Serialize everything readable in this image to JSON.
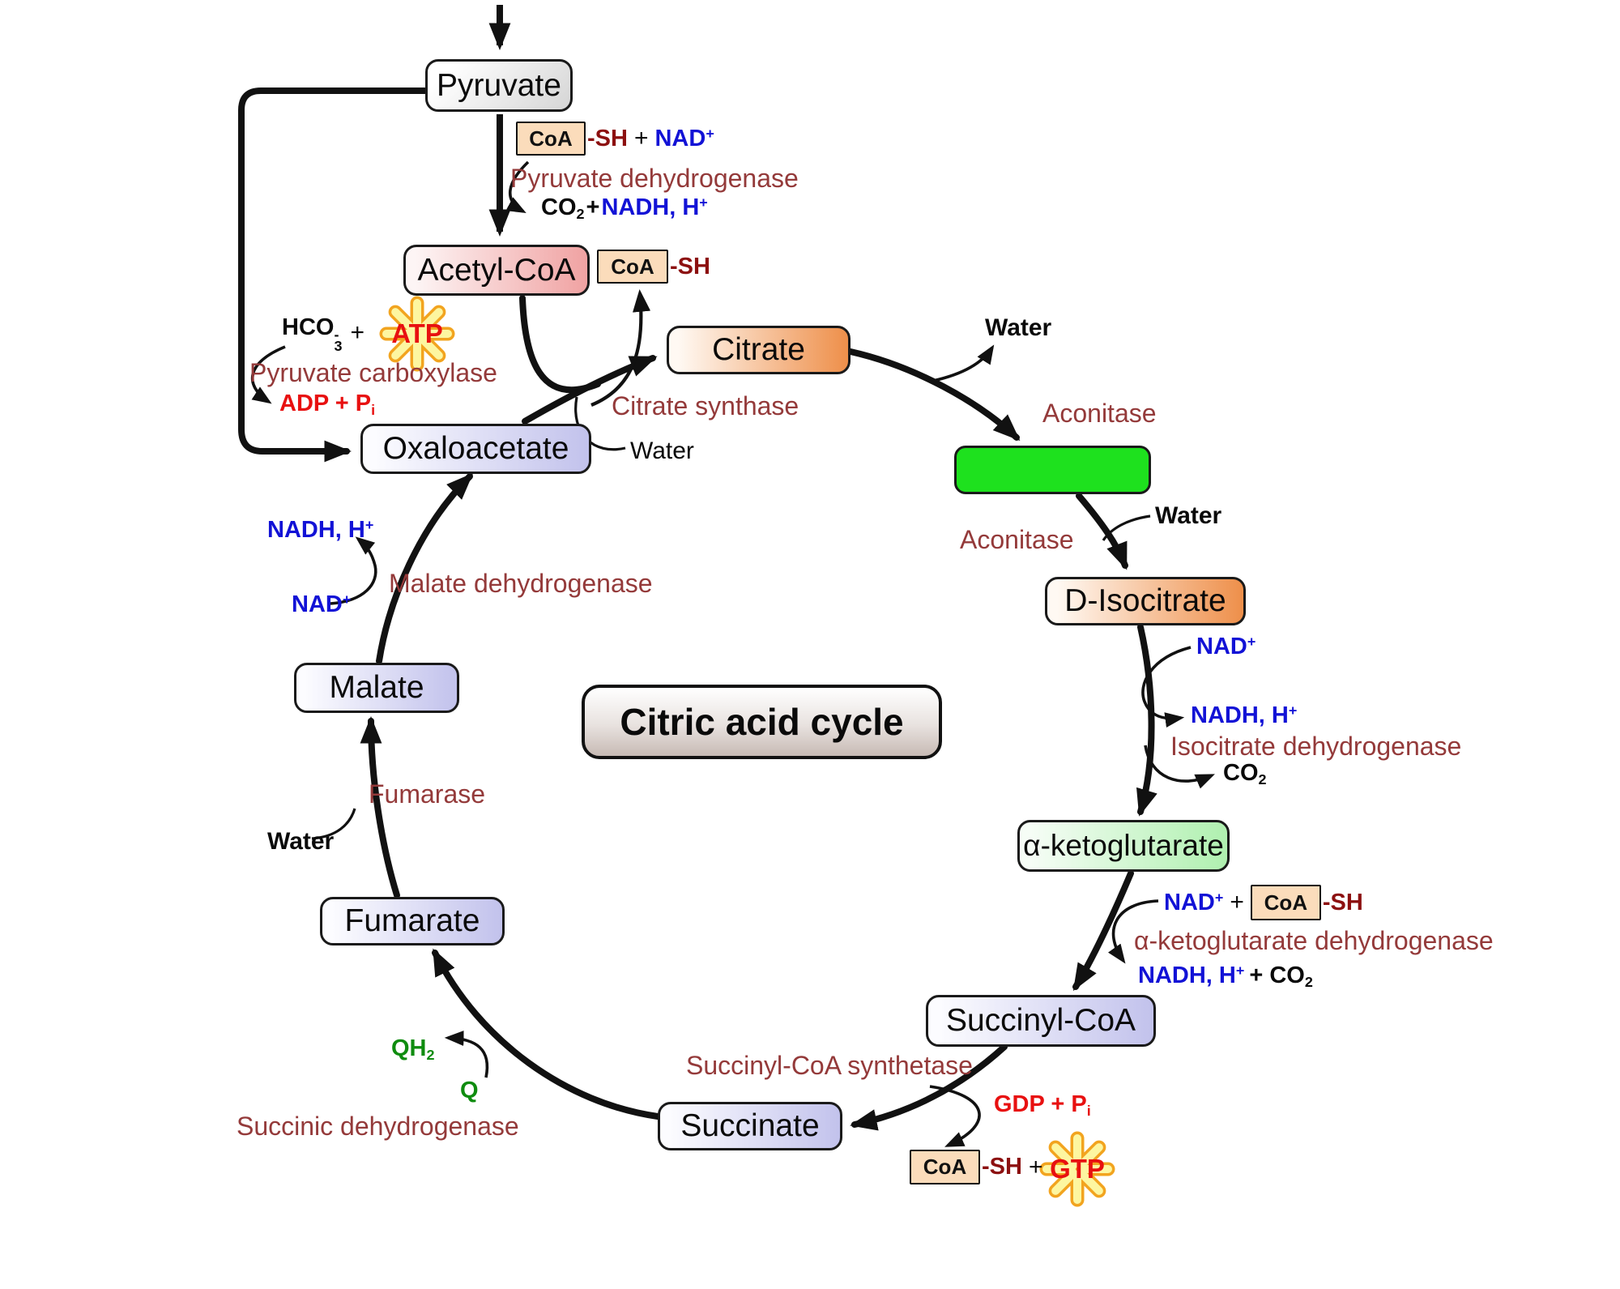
{
  "title": "Citric acid cycle",
  "nodes": {
    "pyruvate": "Pyruvate",
    "acetyl_coa": "Acetyl-CoA",
    "citrate": "Citrate",
    "cis_aconitate": "",
    "d_isocitrate": "D-Isocitrate",
    "alpha_ketoglutarate": "α-ketoglutarate",
    "succinyl_coa": "Succinyl-CoA",
    "succinate": "Succinate",
    "fumarate": "Fumarate",
    "malate": "Malate",
    "oxaloacetate": "Oxaloacetate"
  },
  "enzymes": {
    "pyruvate_dehydrogenase": "Pyruvate dehydrogenase",
    "pyruvate_carboxylase": "Pyruvate carboxylase",
    "citrate_synthase": "Citrate synthase",
    "aconitase_upper": "Aconitase",
    "aconitase_lower": "Aconitase",
    "isocitrate_dehydrogenase": "Isocitrate dehydrogenase",
    "alpha_ketoglutarate_dehydrogenase": "α-ketoglutarate dehydrogenase",
    "succinyl_coa_synthetase": "Succinyl-CoA synthetase",
    "succinic_dehydrogenase": "Succinic dehydrogenase",
    "fumarase": "Fumarase",
    "malate_dehydrogenase": "Malate dehydrogenase"
  },
  "labels": {
    "coa": "CoA",
    "sh": "-SH",
    "plus": "+",
    "plus_co": "+ CO",
    "nad": "NAD",
    "nadh": "NADH, H",
    "sup_plus": "+",
    "sup_minus": "-",
    "co": "CO",
    "sub2": "2",
    "sub3": "3",
    "subi": "i",
    "hco": "HCO",
    "adp_p": "ADP + P",
    "gdp_p": "GDP + P",
    "atp": "ATP",
    "gtp": "GTP",
    "water": "Water",
    "q": "Q",
    "qh": "QH"
  },
  "colors": {
    "enzyme_text": "#943a3a",
    "nad_blue": "#1212d6",
    "nucleotide_red": "#e81010",
    "sh_dark_red": "#8c1010",
    "quinone_green": "#0f8c0f",
    "green_box": "#1ee11e",
    "star_fill": "#fdf6a0",
    "star_stroke": "#f2a41f",
    "arrow_black": "#111111"
  }
}
